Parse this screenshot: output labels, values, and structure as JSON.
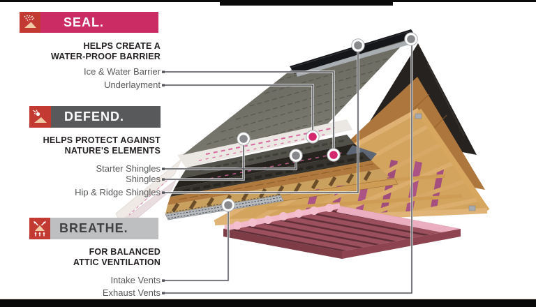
{
  "title": "Roofing system cutaway infographic",
  "sections": [
    {
      "key": "seal",
      "banner": "SEAL.",
      "icon": "rain-on-roof-icon",
      "tagline": [
        "HELPS CREATE A",
        "WATER-PROOF BARRIER"
      ],
      "labels": [
        "Ice & Water Barrier",
        "Underlayment"
      ]
    },
    {
      "key": "defend",
      "banner": "DEFEND.",
      "icon": "hail-on-roof-icon",
      "tagline": [
        "HELPS PROTECT AGAINST",
        "NATURE'S ELEMENTS"
      ],
      "labels": [
        "Starter Shingles",
        "Shingles",
        "Hip & Ridge Shingles"
      ]
    },
    {
      "key": "breathe",
      "banner": "BREATHE.",
      "icon": "airflow-roof-icon",
      "tagline": [
        "FOR BALANCED",
        "ATTIC VENTILATION"
      ],
      "labels": [
        "Intake Vents",
        "Exhaust Vents"
      ]
    }
  ],
  "colors": {
    "seal_banner": "#cb2c64",
    "defend_banner": "#58595b",
    "breathe_banner": "#bdbfc1",
    "icon_box_red": "#c23a32",
    "heading_text": "#231f20",
    "label_text": "#58595b",
    "callout_line": "#54555a",
    "seal_dot": "#d4276d",
    "gray_dot": "#87898c"
  }
}
